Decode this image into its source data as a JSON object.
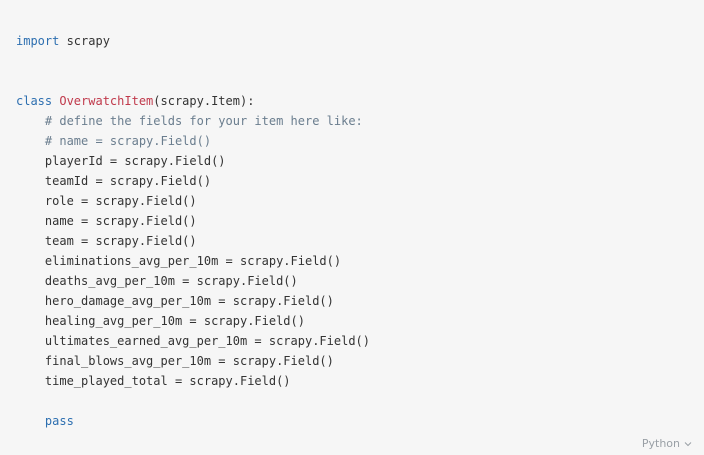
{
  "language_selector": {
    "label": "Python",
    "icon": "chevron-down-icon"
  },
  "colors": {
    "background": "#f6f6f6",
    "keyword": "#2d6fb0",
    "class_name": "#c0394b",
    "comment": "#6a7d8e",
    "text": "#333333"
  },
  "code": {
    "lines": [
      [
        {
          "t": "import",
          "c": "kw"
        },
        {
          "t": " scrapy",
          "c": "tok"
        }
      ],
      [],
      [],
      [
        {
          "t": "class",
          "c": "kw"
        },
        {
          "t": " ",
          "c": "tok"
        },
        {
          "t": "OverwatchItem",
          "c": "cls"
        },
        {
          "t": "(scrapy.Item):",
          "c": "tok"
        }
      ],
      [
        {
          "t": "    # define the fields for your item here like:",
          "c": "cmt"
        }
      ],
      [
        {
          "t": "    # name = scrapy.Field()",
          "c": "cmt"
        }
      ],
      [
        {
          "t": "    playerId = scrapy.Field()",
          "c": "tok"
        }
      ],
      [
        {
          "t": "    teamId = scrapy.Field()",
          "c": "tok"
        }
      ],
      [
        {
          "t": "    role = scrapy.Field()",
          "c": "tok"
        }
      ],
      [
        {
          "t": "    name = scrapy.Field()",
          "c": "tok"
        }
      ],
      [
        {
          "t": "    team = scrapy.Field()",
          "c": "tok"
        }
      ],
      [
        {
          "t": "    eliminations_avg_per_10m = scrapy.Field()",
          "c": "tok"
        }
      ],
      [
        {
          "t": "    deaths_avg_per_10m = scrapy.Field()",
          "c": "tok"
        }
      ],
      [
        {
          "t": "    hero_damage_avg_per_10m = scrapy.Field()",
          "c": "tok"
        }
      ],
      [
        {
          "t": "    healing_avg_per_10m = scrapy.Field()",
          "c": "tok"
        }
      ],
      [
        {
          "t": "    ultimates_earned_avg_per_10m = scrapy.Field()",
          "c": "tok"
        }
      ],
      [
        {
          "t": "    final_blows_avg_per_10m = scrapy.Field()",
          "c": "tok"
        }
      ],
      [
        {
          "t": "    time_played_total = scrapy.Field()",
          "c": "tok"
        }
      ],
      [],
      [
        {
          "t": "    ",
          "c": "tok"
        },
        {
          "t": "pass",
          "c": "kw"
        }
      ]
    ]
  }
}
